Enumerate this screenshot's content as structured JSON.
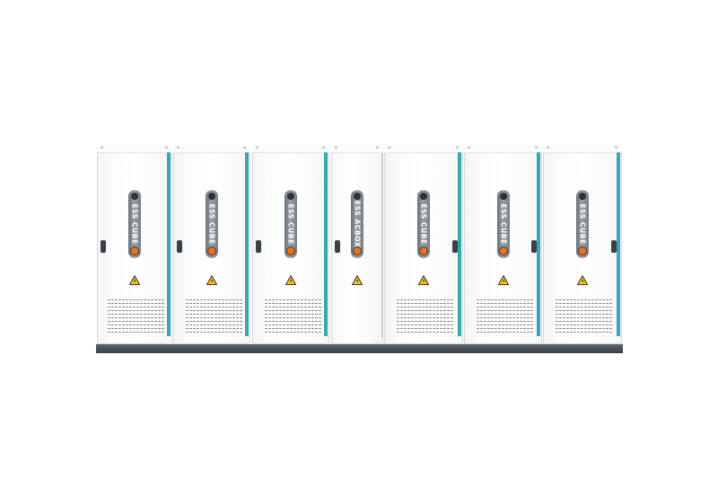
{
  "cabinets": [
    {
      "label": "ESS CUBE",
      "type": "battery"
    },
    {
      "label": "ESS CUBE",
      "type": "battery"
    },
    {
      "label": "ESS CUBE",
      "type": "battery"
    },
    {
      "label": "ESS ACBOX",
      "type": "ac"
    },
    {
      "label": "ESS CUBE",
      "type": "battery"
    },
    {
      "label": "ESS CUBE",
      "type": "battery"
    },
    {
      "label": "ESS CUBE",
      "type": "battery"
    }
  ],
  "colors": {
    "accent_stripe": "#3aa6b0",
    "indicator_on": "#e8731a",
    "warning_yellow": "#f5c518",
    "base": "#454c56"
  },
  "icons": [
    "warning-triangle-icon",
    "status-light-icon",
    "door-handle-icon",
    "vent-grille"
  ]
}
